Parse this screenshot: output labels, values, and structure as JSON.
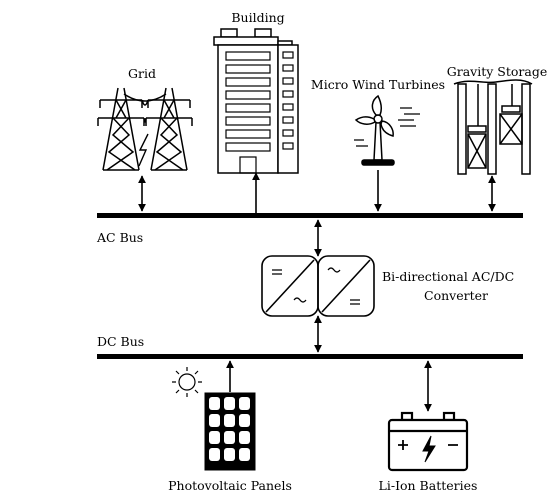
{
  "labels": {
    "building": "Building",
    "grid": "Grid",
    "wind": "Micro Wind Turbines",
    "gravity": "Gravity Storage",
    "ac_bus": "AC Bus",
    "converter_line1": "Bi-directional AC/DC",
    "converter_line2": "Converter",
    "dc_bus": "DC Bus",
    "pv": "Photovoltaic Panels",
    "battery": "Li-Ion Batteries"
  },
  "colors": {
    "stroke": "#000000",
    "background": "#ffffff"
  },
  "icons": [
    "transmission-tower-icon",
    "building-icon",
    "wind-turbine-icon",
    "gravity-storage-icon",
    "converter-icon",
    "sun-icon",
    "solar-panel-icon",
    "battery-icon"
  ]
}
